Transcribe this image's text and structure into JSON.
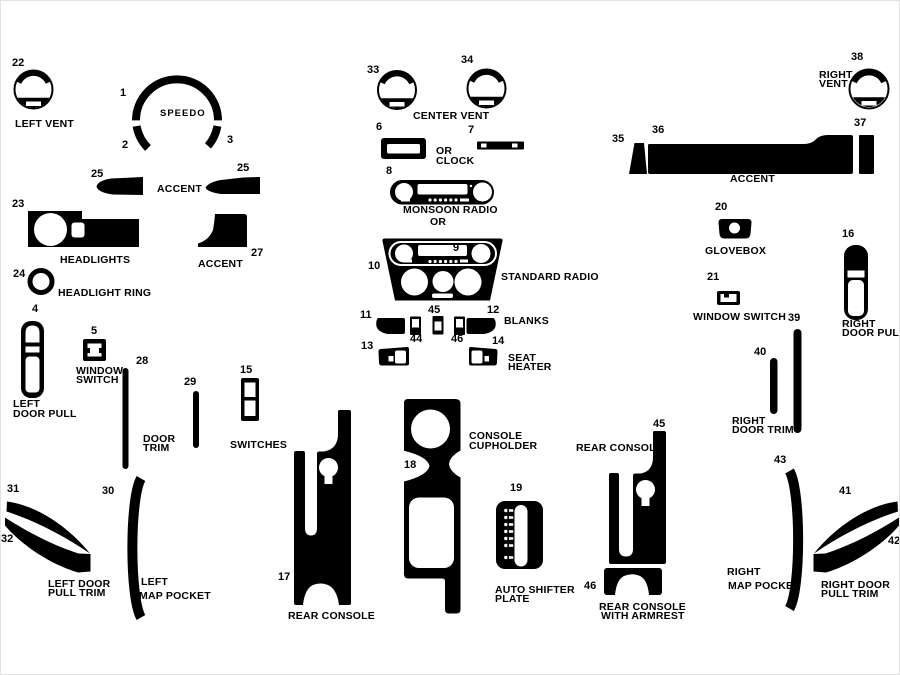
{
  "colors": {
    "ink": "#000000",
    "background": "#ffffff"
  },
  "parts": {
    "left_vent": {
      "num": "22",
      "label": "LEFT VENT"
    },
    "speedo": {
      "num1": "1",
      "num2": "2",
      "num3": "3",
      "label": "SPEEDO"
    },
    "accent_upper": {
      "num_left": "25",
      "num_right": "25",
      "label": "ACCENT"
    },
    "headlights": {
      "num": "23",
      "label": "HEADLIGHTS"
    },
    "headlight_ring": {
      "num": "24",
      "label": "HEADLIGHT RING"
    },
    "accent_mid_right": {
      "num": "27",
      "label": "ACCENT"
    },
    "left_door_pull": {
      "num": "4",
      "line1": "LEFT",
      "line2": "DOOR PULL"
    },
    "window_switch_left": {
      "num": "5",
      "line1": "WINDOW",
      "line2": "SWITCH"
    },
    "door_trim": {
      "num": "28",
      "num2": "29",
      "line1": "DOOR",
      "line2": "TRIM"
    },
    "switches": {
      "num": "15",
      "label": "SWITCHES"
    },
    "left_door_pull_trim": {
      "num1": "31",
      "num2": "32",
      "line1": "LEFT DOOR",
      "line2": "PULL TRIM"
    },
    "left_map_pocket": {
      "num": "30",
      "line1": "LEFT",
      "line2": "MAP POCKET"
    },
    "center_vent": {
      "num_left": "33",
      "num_right": "34",
      "label": "CENTER VENT"
    },
    "clock": {
      "num": "6",
      "num2": "7",
      "line1": "OR",
      "line2": "CLOCK"
    },
    "monsoon_radio": {
      "num": "8",
      "label": "MONSOON RADIO",
      "or": "OR"
    },
    "standard_radio": {
      "num": "10",
      "num_inner": "9",
      "label": "STANDARD RADIO"
    },
    "blanks": {
      "num_left": "11",
      "num_44": "44",
      "num_45": "45",
      "num_46": "46",
      "num_right": "12",
      "label": "BLANKS"
    },
    "seat_heater": {
      "num_left": "13",
      "num_right": "14",
      "line1": "SEAT",
      "line2": "HEATER"
    },
    "rear_console": {
      "num": "17",
      "label": "REAR CONSOLE"
    },
    "console_cupholder": {
      "num": "18",
      "line1": "CONSOLE",
      "line2": "CUPHOLDER"
    },
    "auto_shifter": {
      "num": "19",
      "line1": "AUTO SHIFTER",
      "line2": "PLATE"
    },
    "rear_console_right": {
      "num": "45",
      "label": "REAR CONSOLE"
    },
    "rear_console_armrest": {
      "num": "46",
      "line1": "REAR CONSOLE",
      "line2": "WITH ARMREST"
    },
    "right_map_pocket": {
      "num": "43",
      "line1": "RIGHT",
      "line2": "MAP POCKET"
    },
    "right_door_pull_trim": {
      "num1": "41",
      "num2": "42",
      "line1": "RIGHT DOOR",
      "line2": "PULL TRIM"
    },
    "right_door_pull": {
      "num": "16",
      "line1": "RIGHT",
      "line2": "DOOR PULL"
    },
    "glovebox": {
      "num": "20",
      "label": "GLOVEBOX"
    },
    "window_switch_right": {
      "num": "21",
      "label": "WINDOW SWITCH"
    },
    "right_door_trim": {
      "num_39": "39",
      "num_40": "40",
      "line1": "RIGHT",
      "line2": "DOOR TRIM"
    },
    "accent_right": {
      "num_35": "35",
      "num_36": "36",
      "num_37": "37",
      "label": "ACCENT"
    },
    "right_vent": {
      "num": "38",
      "line1": "RIGHT",
      "line2": "VENT"
    }
  }
}
